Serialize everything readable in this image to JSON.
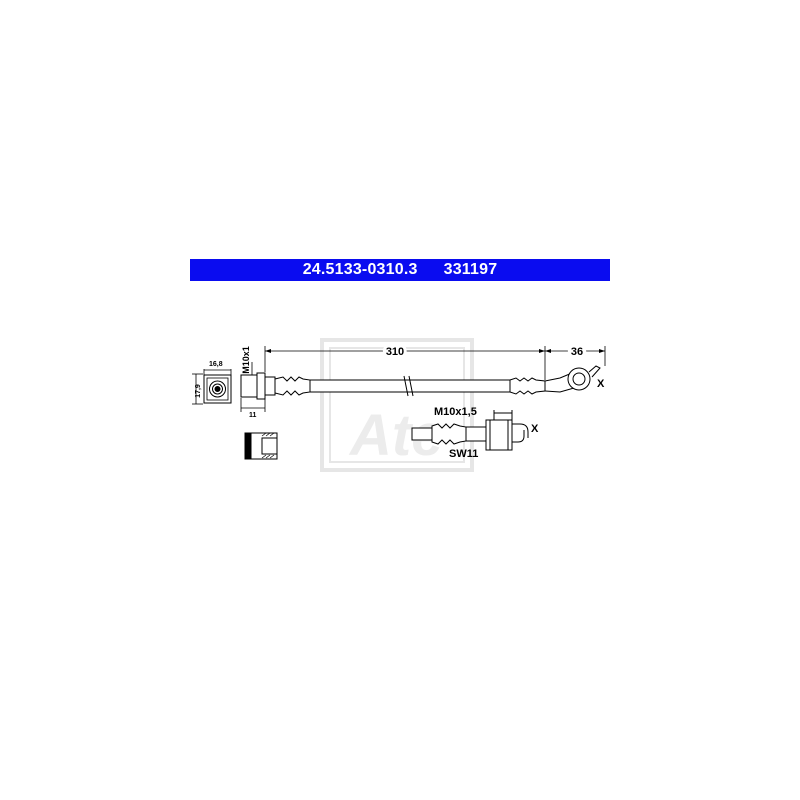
{
  "header": {
    "part_number": "24.5133-0310.3",
    "ref_number": "331197",
    "background_color": "#0a0cf0",
    "text_color": "#ffffff"
  },
  "dimensions": {
    "hose_length": "310",
    "end_offset": "36",
    "fitting_width": "16,8",
    "fitting_height": "17,9",
    "fitting_depth": "11",
    "thread_left": "M10x1",
    "thread_right": "M10x1,5",
    "wrench_size": "SW11"
  },
  "markers": {
    "view_top": "X",
    "view_detail": "X"
  },
  "watermark": {
    "brand": "Ate"
  }
}
